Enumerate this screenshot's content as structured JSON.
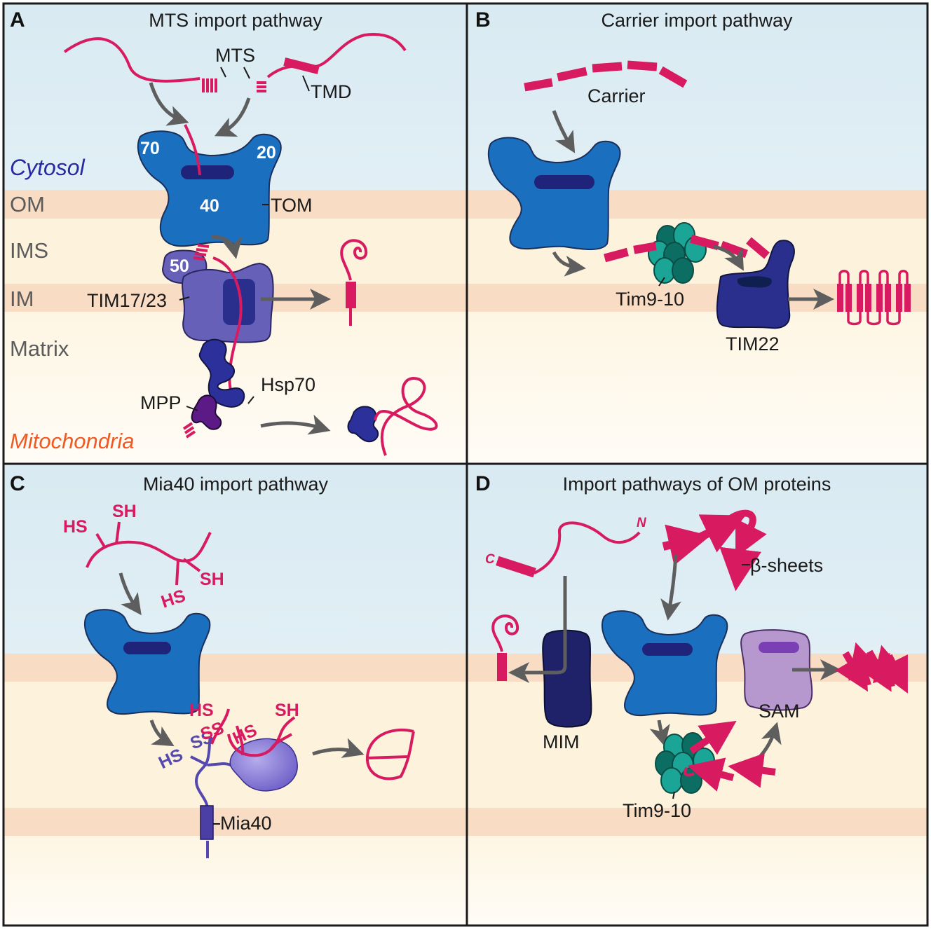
{
  "panels": {
    "a": {
      "letter": "A",
      "title": "MTS import pathway"
    },
    "b": {
      "letter": "B",
      "title": "Carrier import pathway"
    },
    "c": {
      "letter": "C",
      "title": "Mia40 import pathway"
    },
    "d": {
      "letter": "D",
      "title": "Import pathways of OM proteins"
    }
  },
  "regions": {
    "cytosol": "Cytosol",
    "om": "OM",
    "ims": "IMS",
    "im": "IM",
    "matrix": "Matrix",
    "mitochondria": "Mitochondria"
  },
  "labels": {
    "mts": "MTS",
    "tmd": "TMD",
    "tom": "TOM",
    "tom70": "70",
    "tom20": "20",
    "tom40": "40",
    "tim50": "50",
    "tim17_23": "TIM17/23",
    "hsp70": "Hsp70",
    "mpp": "MPP",
    "carrier": "Carrier",
    "tim9_10_b": "Tim9-10",
    "tim22": "TIM22",
    "hs1": "HS",
    "sh1": "SH",
    "hs2": "HS",
    "sh2": "SH",
    "hs3": "HS",
    "ss1": "SS",
    "hs4": "HS",
    "sh3": "SH",
    "hs5": "HS",
    "ss2": "SS",
    "mia40": "Mia40",
    "c_term": "C",
    "n_term": "N",
    "beta_sheets": "β-sheets",
    "mim": "MIM",
    "sam": "SAM",
    "tim9_10_d": "Tim9-10"
  },
  "colors": {
    "cytosol_top": "#dcebf1",
    "membrane": "#f8dcc4",
    "ims": "#fdf5dd",
    "matrix": "#fefaf0",
    "tom": "#1a6fbf",
    "tom_pore": "#1f237a",
    "tim23": "#6760b8",
    "tim22": "#2a2f8e",
    "hsp70": "#2b309a",
    "mpp": "#5b1a86",
    "chaperone": "#1d9e8c",
    "chaperone_dark": "#0c6e62",
    "mim": "#1f2268",
    "sam": "#b698cf",
    "sam_pore": "#7a3fb5",
    "mia40": "#6e62c2",
    "mia40_line": "#5548b0",
    "substrate": "#d81b60",
    "arrow": "#5e5e5e"
  }
}
